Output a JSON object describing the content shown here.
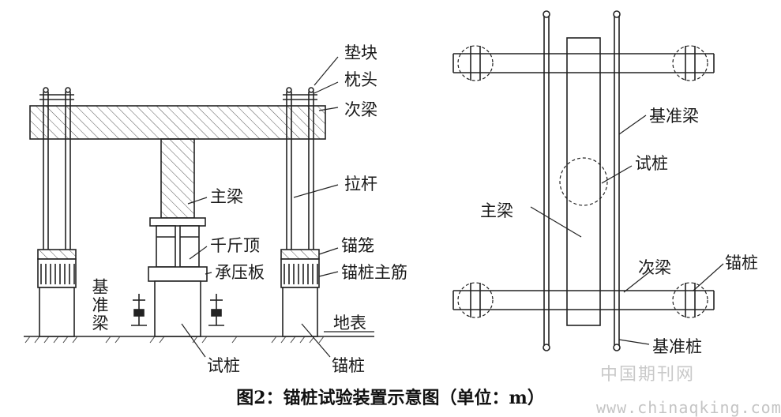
{
  "side_view": {
    "labels": {
      "pad_block": "垫块",
      "pillow_head": "枕头",
      "secondary_beam": "次梁",
      "tie_rod": "拉杆",
      "main_beam": "主梁",
      "jack": "千斤顶",
      "anchor_cage": "锚笼",
      "bearing_plate": "承压板",
      "anchor_pile_rebar": "锚桩主筋",
      "reference_beam": "基准梁",
      "ground_surface": "地表",
      "test_pile": "试桩",
      "anchor_pile": "锚桩"
    }
  },
  "plan_view": {
    "labels": {
      "reference_beam": "基准梁",
      "test_pile": "试桩",
      "main_beam": "主梁",
      "secondary_beam": "次梁",
      "anchor_pile": "锚桩",
      "reference_pile": "基准桩"
    }
  },
  "caption": "图2：锚桩试验装置示意图（单位：m）",
  "watermark": {
    "site_cn": "中国期刊网",
    "site_url": "www.chinaqking.com"
  }
}
